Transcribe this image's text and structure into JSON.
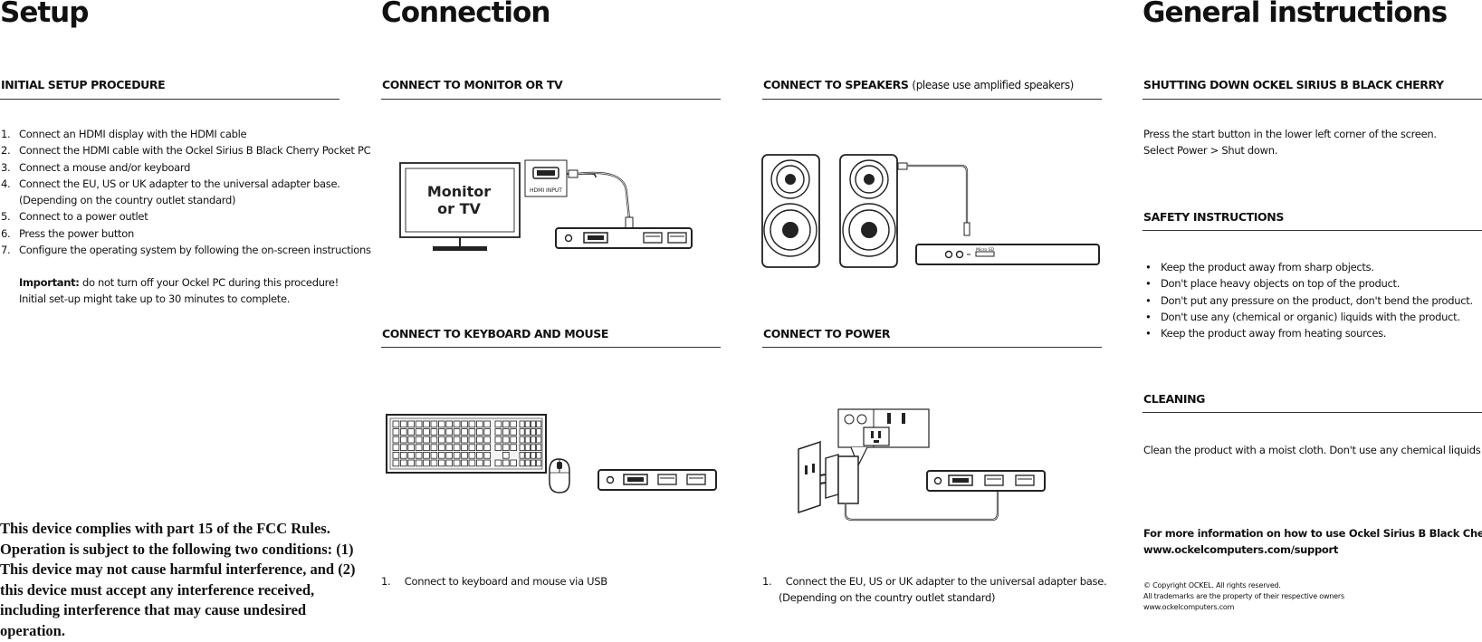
{
  "setup": {
    "title": "Setup",
    "section_title": "INITIAL SETUP PROCEDURE",
    "steps": [
      {
        "num": "1.",
        "text": "Connect an HDMI display with the HDMI cable"
      },
      {
        "num": "2.",
        "text": "Connect the HDMI cable with the Ockel Sirius B Black Cherry Pocket PC"
      },
      {
        "num": "3.",
        "text": "Connect a mouse and/or keyboard"
      },
      {
        "num": "4.",
        "text": "Connect the EU, US or UK adapter to the universal adapter base."
      },
      {
        "num": "",
        "text": "(Depending on the country outlet standard)"
      },
      {
        "num": "5.",
        "text": "Connect to a power outlet"
      },
      {
        "num": "6.",
        "text": "Press the power button"
      },
      {
        "num": "7.",
        "text": "Configure the operating system by following the on-screen instructions"
      }
    ],
    "important_label": "Important:",
    "important_text": "do not turn off your Ockel PC during this procedure!",
    "important_line2": "Initial set-up might take up to 30 minutes to complete.",
    "fcc_lines": [
      "This device complies with part 15 of the FCC Rules.",
      "Operation is subject to the following two conditions: (1)",
      "This device may not cause harmful interference, and (2)",
      "this device must accept any interference received,",
      "including interference that may cause undesired",
      "operation."
    ]
  },
  "connection": {
    "title": "Connection",
    "monitor_section": "CONNECT TO MONITOR OR TV",
    "monitor_label_1": "Monitor",
    "monitor_label_2": "or TV",
    "hdmi_input_label": "HDMI INPUT",
    "speakers_section": "CONNECT TO SPEAKERS",
    "speakers_note": "(please use amplified speakers)",
    "speakers_device_label": "Micro SD",
    "keyboard_section": "CONNECT TO KEYBOARD AND MOUSE",
    "keyboard_step_num": "1.",
    "keyboard_step": "Connect to keyboard and mouse via USB",
    "power_section": "CONNECT TO POWER",
    "power_step_num": "1.",
    "power_step_1": "Connect the EU, US or UK adapter to the universal adapter base.",
    "power_step_2": "(Depending on the country outlet standard)"
  },
  "general": {
    "title": "General instructions",
    "shutdown_section": "SHUTTING DOWN OCKEL SIRIUS B BLACK CHERRY",
    "shutdown_line1": "Press the start button in the lower left corner of the screen.",
    "shutdown_line2": "Select Power > Shut down.",
    "safety_section": "SAFETY INSTRUCTIONS",
    "safety_items": [
      "Keep the product away from sharp objects.",
      "Don't place heavy objects on top of the product.",
      "Don't put any pressure on the product, don't bend the product.",
      "Don't use any (chemical or organic) liquids with the product.",
      "Keep the product away from heating sources."
    ],
    "cleaning_section": "CLEANING",
    "cleaning_text": "Clean the product with a moist cloth. Don't use any chemical liquids or oil!",
    "more_info_1": "For more information on how to use Ockel Sirius B Black Cherry visit:",
    "more_info_2": "www.ockelcomputers.com/support",
    "copyright": "© Copyright OCKEL. All rights reserved.",
    "trademarks": "All trademarks are the property of their respective owners",
    "website": "www.ockelcomputers.com"
  }
}
